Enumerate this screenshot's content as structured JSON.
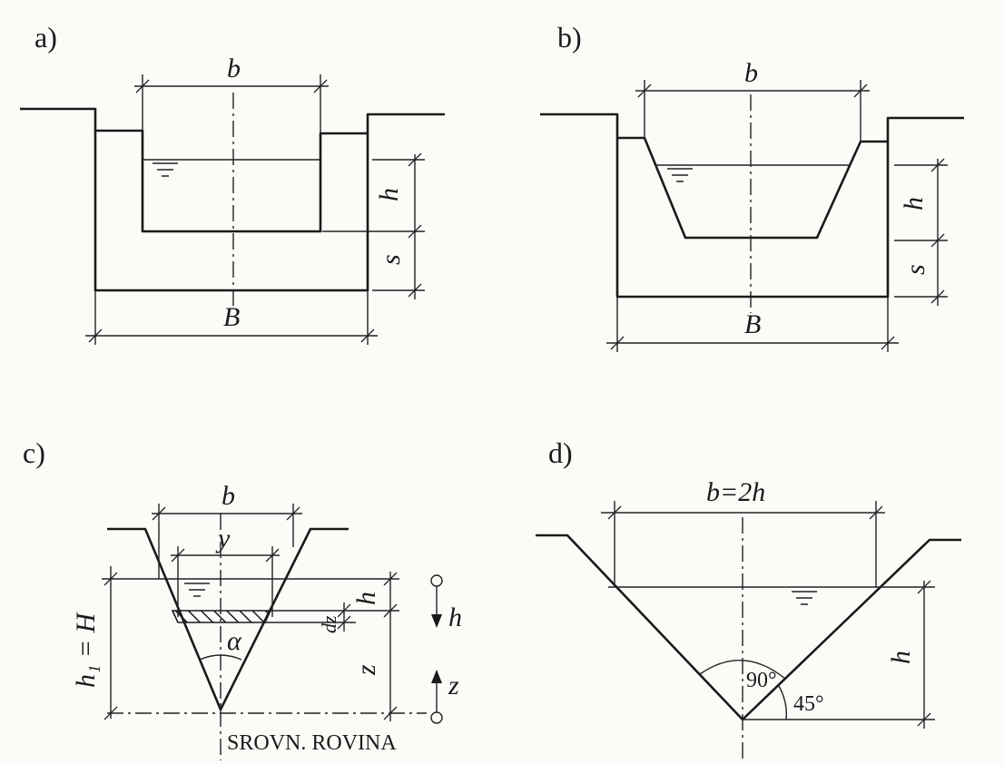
{
  "panels": {
    "a": {
      "label": "a)",
      "dims": {
        "b": "b",
        "h": "h",
        "s": "s",
        "B": "B"
      }
    },
    "b": {
      "label": "b)",
      "dims": {
        "b": "b",
        "h": "h",
        "s": "s",
        "B": "B"
      }
    },
    "c": {
      "label": "c)",
      "dims": {
        "b": "b",
        "y": "y",
        "h": "h",
        "dz": "dz",
        "z": "z",
        "alpha": "α",
        "h1": "h₁ = H",
        "arrow_h": "h",
        "arrow_z": "z"
      },
      "caption": "SROVN. ROVINA"
    },
    "d": {
      "label": "d)",
      "dims": {
        "b": "b=2h",
        "h": "h",
        "angle_vertex": "90°",
        "angle_side": "45°"
      }
    }
  }
}
